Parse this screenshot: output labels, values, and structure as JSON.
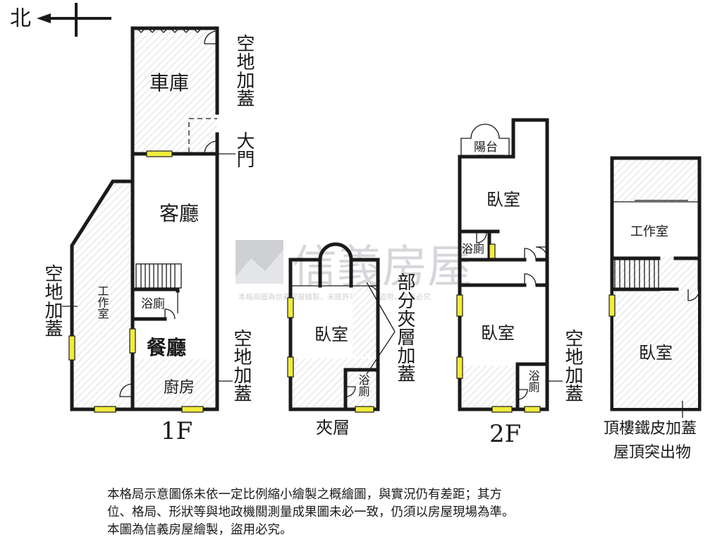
{
  "compass": {
    "north": "北"
  },
  "floors": {
    "first": {
      "caption": "1F",
      "rooms": {
        "garage": "車庫",
        "living": "客廳",
        "dining": "餐廳",
        "kitchen": "廚房",
        "bath": "浴廁",
        "workroom": "工作室"
      },
      "notes": {
        "open_space_top": "空地加蓋",
        "main_door": "大門",
        "open_space_left": "空地加蓋",
        "open_space_right": "空地加蓋"
      }
    },
    "mezzanine": {
      "caption": "夾層",
      "rooms": {
        "bedroom": "臥室",
        "bath": "浴廁"
      },
      "notes": {
        "partial": "部分夾層加蓋"
      }
    },
    "second": {
      "caption": "2F",
      "rooms": {
        "balcony": "陽台",
        "bedroom_top": "臥室",
        "bedroom_bottom": "臥室",
        "bath_top": "浴廁",
        "bath_bottom": "浴廁"
      },
      "notes": {
        "open_space": "空地加蓋"
      }
    },
    "roof": {
      "rooms": {
        "workroom": "工作室",
        "bedroom": "臥室"
      },
      "caption_line1": "頂樓鐵皮加蓋",
      "caption_line2": "屋頂突出物"
    }
  },
  "watermark": {
    "brand": "信義房屋",
    "notice": "本格局圖為信義房屋繪製，未經許可請勿加盜用，違者必究"
  },
  "disclaimer": {
    "line1": "本格局示意圖係未依一定比例縮小繪製之概繪圖，與實況仍有差距；其方",
    "line2": "位、格局、形狀等與地政機關測量成果圖未必一致，仍須以房屋現場為準。",
    "line3": "本圖為信義房屋繪製，盜用必究。"
  },
  "colors": {
    "wall": "#1a1a1a",
    "window": "#f2ec3c",
    "hatch": "#cfcfcf",
    "watermark": "#c9ccd0"
  }
}
